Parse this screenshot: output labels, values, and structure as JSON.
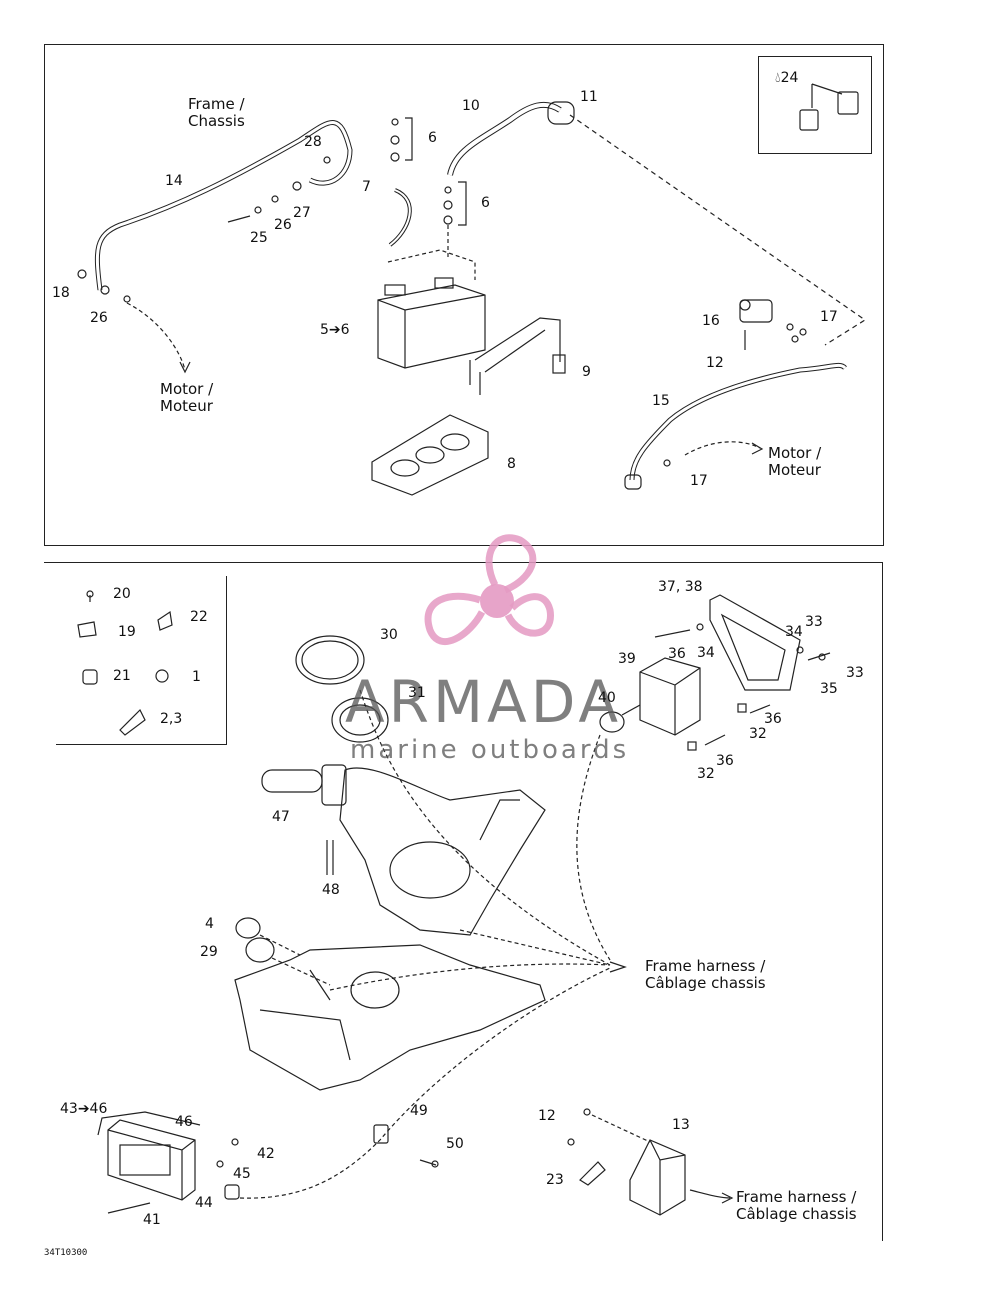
{
  "drawing_code": "34T10300",
  "watermark": {
    "brand": "ARMADA",
    "tagline": "marine outboards",
    "accent_color": "#e49ac3"
  },
  "colors": {
    "line": "#222222",
    "watermark_pink": "#e49ac3"
  },
  "top_panel": {
    "destinations": {
      "frame_chassis": [
        "Frame /",
        "Chassis"
      ],
      "motor_left": [
        "Motor /",
        "Moteur"
      ],
      "motor_right": [
        "Motor /",
        "Moteur"
      ]
    },
    "callouts": {
      "p10": "10",
      "p11": "11",
      "p6a": "6",
      "p6b": "6",
      "p7": "7",
      "p14": "14",
      "p28": "28",
      "p27": "27",
      "p26a": "26",
      "p25": "25",
      "p18": "18",
      "p26b": "26",
      "p5_6": "5➔6",
      "p9": "9",
      "p8": "8",
      "p16": "16",
      "p17a": "17",
      "p12": "12",
      "p15": "15",
      "p17b": "17",
      "p24": "24"
    }
  },
  "bottom_panel": {
    "destinations": {
      "frame_harness_1": [
        "Frame harness /",
        "Câblage chassis"
      ],
      "frame_harness_2": [
        "Frame harness /",
        "Câblage chassis"
      ]
    },
    "inset_callouts": {
      "p20": "20",
      "p19": "19",
      "p22": "22",
      "p21": "21",
      "p1": "1",
      "p2_3": "2,3"
    },
    "callouts": {
      "p30": "30",
      "p31": "31",
      "p37_38": "37, 38",
      "p39": "39",
      "p40": "40",
      "p36a": "36",
      "p34a": "34",
      "p34b": "34",
      "p33a": "33",
      "p33b": "33",
      "p35": "35",
      "p36b": "36",
      "p32a": "32",
      "p32b": "32",
      "p36c": "36",
      "p47": "47",
      "p48": "48",
      "p4": "4",
      "p29": "29",
      "p43_46": "43➔46",
      "p46": "46",
      "p42": "42",
      "p45": "45",
      "p44": "44",
      "p41": "41",
      "p49": "49",
      "p50": "50",
      "p12": "12",
      "p13": "13",
      "p23": "23"
    }
  }
}
